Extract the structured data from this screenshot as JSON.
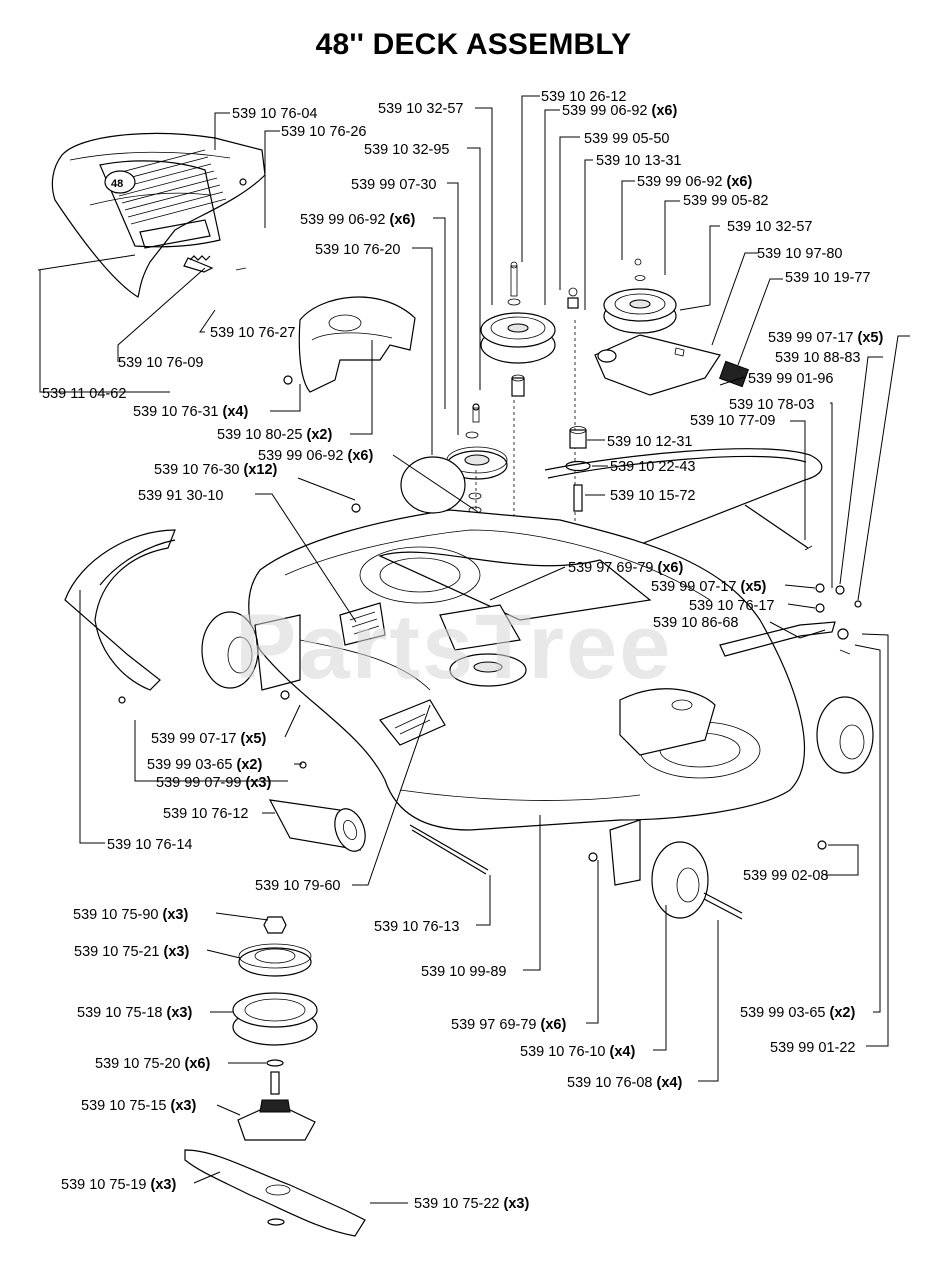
{
  "title": "48'' DECK ASSEMBLY",
  "watermark": "PartsTree",
  "callouts": [
    {
      "id": "c1",
      "part": "539 10 76-04",
      "qty": ""
    },
    {
      "id": "c2",
      "part": "539 10 76-26",
      "qty": ""
    },
    {
      "id": "c3",
      "part": "539 10 32-57",
      "qty": ""
    },
    {
      "id": "c4",
      "part": "539 10 26-12",
      "qty": ""
    },
    {
      "id": "c5",
      "part": "539 99 06-92",
      "qty": "(x6)"
    },
    {
      "id": "c6",
      "part": "539 10 32-95",
      "qty": ""
    },
    {
      "id": "c7",
      "part": "539 99 05-50",
      "qty": ""
    },
    {
      "id": "c8",
      "part": "539 10 13-31",
      "qty": ""
    },
    {
      "id": "c9",
      "part": "539 99 07-30",
      "qty": ""
    },
    {
      "id": "c10",
      "part": "539 99 06-92",
      "qty": "(x6)"
    },
    {
      "id": "c11",
      "part": "539 99 05-82",
      "qty": ""
    },
    {
      "id": "c12",
      "part": "539 99 06-92",
      "qty": "(x6)"
    },
    {
      "id": "c13",
      "part": "539 10 32-57",
      "qty": ""
    },
    {
      "id": "c14",
      "part": "539 10 76-20",
      "qty": ""
    },
    {
      "id": "c15",
      "part": "539 10 97-80",
      "qty": ""
    },
    {
      "id": "c16",
      "part": "539 10 19-77",
      "qty": ""
    },
    {
      "id": "c17",
      "part": "539 10 76-27",
      "qty": ""
    },
    {
      "id": "c18",
      "part": "539 99 07-17",
      "qty": "(x5)"
    },
    {
      "id": "c19",
      "part": "539 10 76-09",
      "qty": ""
    },
    {
      "id": "c20",
      "part": "539 10 88-83",
      "qty": ""
    },
    {
      "id": "c21",
      "part": "539 99 01-96",
      "qty": ""
    },
    {
      "id": "c22",
      "part": "539 11 04-62",
      "qty": ""
    },
    {
      "id": "c23",
      "part": "539 10 76-31",
      "qty": "(x4)"
    },
    {
      "id": "c24",
      "part": "539 10 78-03",
      "qty": ""
    },
    {
      "id": "c25",
      "part": "539 10 77-09",
      "qty": ""
    },
    {
      "id": "c26",
      "part": "539 10 80-25",
      "qty": "(x2)"
    },
    {
      "id": "c27",
      "part": "539 10 12-31",
      "qty": ""
    },
    {
      "id": "c28",
      "part": "539 99 06-92",
      "qty": "(x6)"
    },
    {
      "id": "c29",
      "part": "539 10 22-43",
      "qty": ""
    },
    {
      "id": "c30",
      "part": "539 10 76-30",
      "qty": "(x12)"
    },
    {
      "id": "c31",
      "part": "539 91 30-10",
      "qty": ""
    },
    {
      "id": "c32",
      "part": "539 10 15-72",
      "qty": ""
    },
    {
      "id": "c33",
      "part": "539 97 69-79",
      "qty": "(x6)"
    },
    {
      "id": "c34",
      "part": "539 99 07-17",
      "qty": "(x5)"
    },
    {
      "id": "c35",
      "part": "539 10 76-17",
      "qty": ""
    },
    {
      "id": "c36",
      "part": "539 10 86-68",
      "qty": ""
    },
    {
      "id": "c37",
      "part": "539 99 07-17",
      "qty": "(x5)"
    },
    {
      "id": "c38",
      "part": "539 99 03-65",
      "qty": "(x2)"
    },
    {
      "id": "c39",
      "part": "539 99 07-99",
      "qty": "(x3)"
    },
    {
      "id": "c40",
      "part": "539 10 76-12",
      "qty": ""
    },
    {
      "id": "c41",
      "part": "539 10 76-14",
      "qty": ""
    },
    {
      "id": "c42",
      "part": "539 99 02-08",
      "qty": ""
    },
    {
      "id": "c43",
      "part": "539 10 79-60",
      "qty": ""
    },
    {
      "id": "c44",
      "part": "539 10 75-90",
      "qty": "(x3)"
    },
    {
      "id": "c45",
      "part": "539 10 76-13",
      "qty": ""
    },
    {
      "id": "c46",
      "part": "539 10 75-21",
      "qty": "(x3)"
    },
    {
      "id": "c47",
      "part": "539 10 99-89",
      "qty": ""
    },
    {
      "id": "c48",
      "part": "539 10 75-18",
      "qty": "(x3)"
    },
    {
      "id": "c49",
      "part": "539 99 03-65",
      "qty": "(x2)"
    },
    {
      "id": "c50",
      "part": "539 97 69-79",
      "qty": "(x6)"
    },
    {
      "id": "c51",
      "part": "539 10 75-20",
      "qty": "(x6)"
    },
    {
      "id": "c52",
      "part": "539 10 76-10",
      "qty": "(x4)"
    },
    {
      "id": "c53",
      "part": "539 99 01-22",
      "qty": ""
    },
    {
      "id": "c54",
      "part": "539 10 75-15",
      "qty": "(x3)"
    },
    {
      "id": "c55",
      "part": "539 10 76-08",
      "qty": "(x4)"
    },
    {
      "id": "c56",
      "part": "539 10 75-19",
      "qty": "(x3)"
    },
    {
      "id": "c57",
      "part": "539 10 75-22",
      "qty": "(x3)"
    }
  ],
  "deck_badge": "48"
}
